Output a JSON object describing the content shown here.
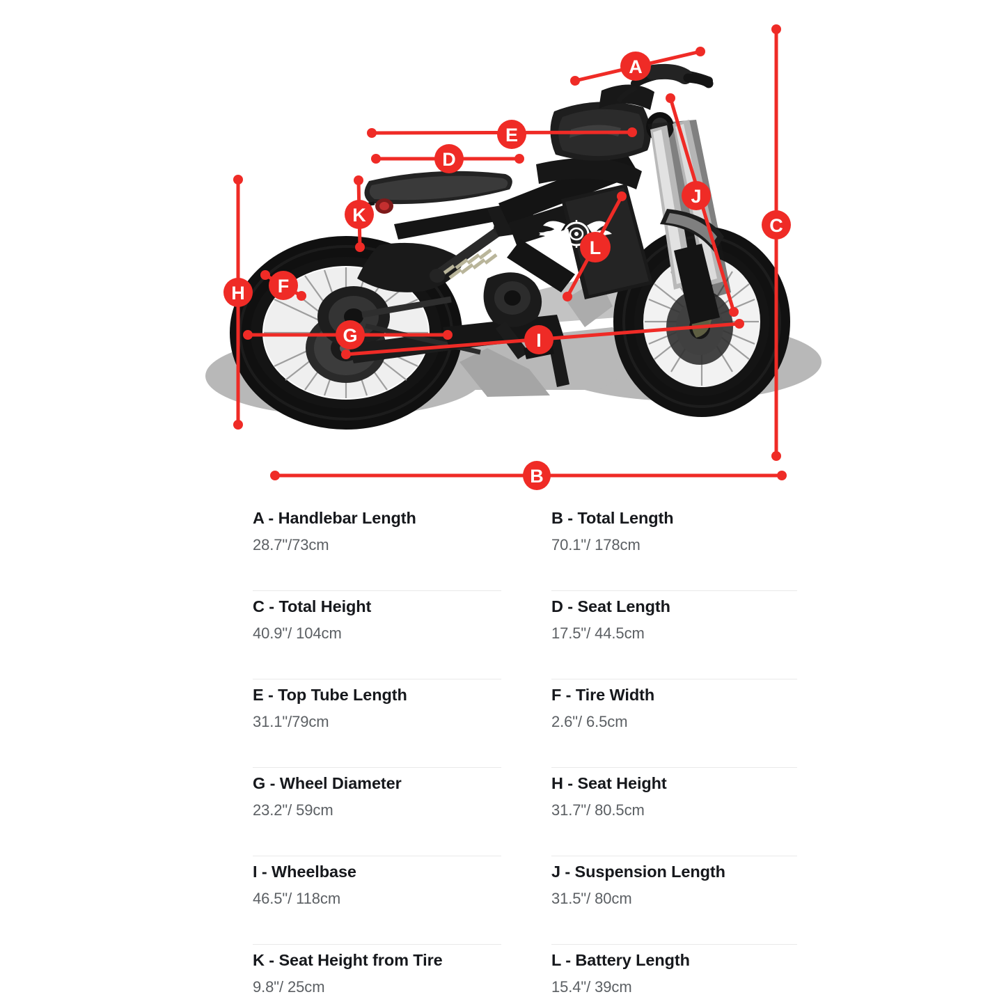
{
  "diagram": {
    "accent_color": "#ef2b26",
    "markers": [
      {
        "letter": "A",
        "measures": "Handlebar Length"
      },
      {
        "letter": "B",
        "measures": "Total Length"
      },
      {
        "letter": "C",
        "measures": "Total Height"
      },
      {
        "letter": "D",
        "measures": "Seat Length"
      },
      {
        "letter": "E",
        "measures": "Top Tube Length"
      },
      {
        "letter": "F",
        "measures": "Tire Width"
      },
      {
        "letter": "G",
        "measures": "Wheel Diameter"
      },
      {
        "letter": "H",
        "measures": "Seat Height"
      },
      {
        "letter": "I",
        "measures": "Wheelbase"
      },
      {
        "letter": "J",
        "measures": "Suspension Length"
      },
      {
        "letter": "K",
        "measures": "Seat Height from Tire"
      },
      {
        "letter": "L",
        "measures": "Battery Length"
      }
    ]
  },
  "specs": [
    {
      "key": "A",
      "label": "A - Handlebar Length",
      "value": "28.7\"/73cm"
    },
    {
      "key": "B",
      "label": "B - Total Length",
      "value": "70.1\"/ 178cm"
    },
    {
      "key": "C",
      "label": "C - Total Height",
      "value": "40.9\"/ 104cm"
    },
    {
      "key": "D",
      "label": "D - Seat Length",
      "value": "17.5\"/ 44.5cm"
    },
    {
      "key": "E",
      "label": "E - Top Tube Length",
      "value": "31.1\"/79cm"
    },
    {
      "key": "F",
      "label": "F - Tire Width",
      "value": "2.6\"/ 6.5cm"
    },
    {
      "key": "G",
      "label": "G - Wheel Diameter",
      "value": "23.2\"/ 59cm"
    },
    {
      "key": "H",
      "label": "H - Seat Height",
      "value": "31.7\"/ 80.5cm"
    },
    {
      "key": "I",
      "label": "I - Wheelbase",
      "value": "46.5\"/ 118cm"
    },
    {
      "key": "J",
      "label": "J - Suspension Length",
      "value": "31.5\"/ 80cm"
    },
    {
      "key": "K",
      "label": "K - Seat Height from Tire",
      "value": "9.8\"/ 25cm"
    },
    {
      "key": "L",
      "label": "L - Battery Length",
      "value": "15.4\"/ 39cm"
    }
  ]
}
